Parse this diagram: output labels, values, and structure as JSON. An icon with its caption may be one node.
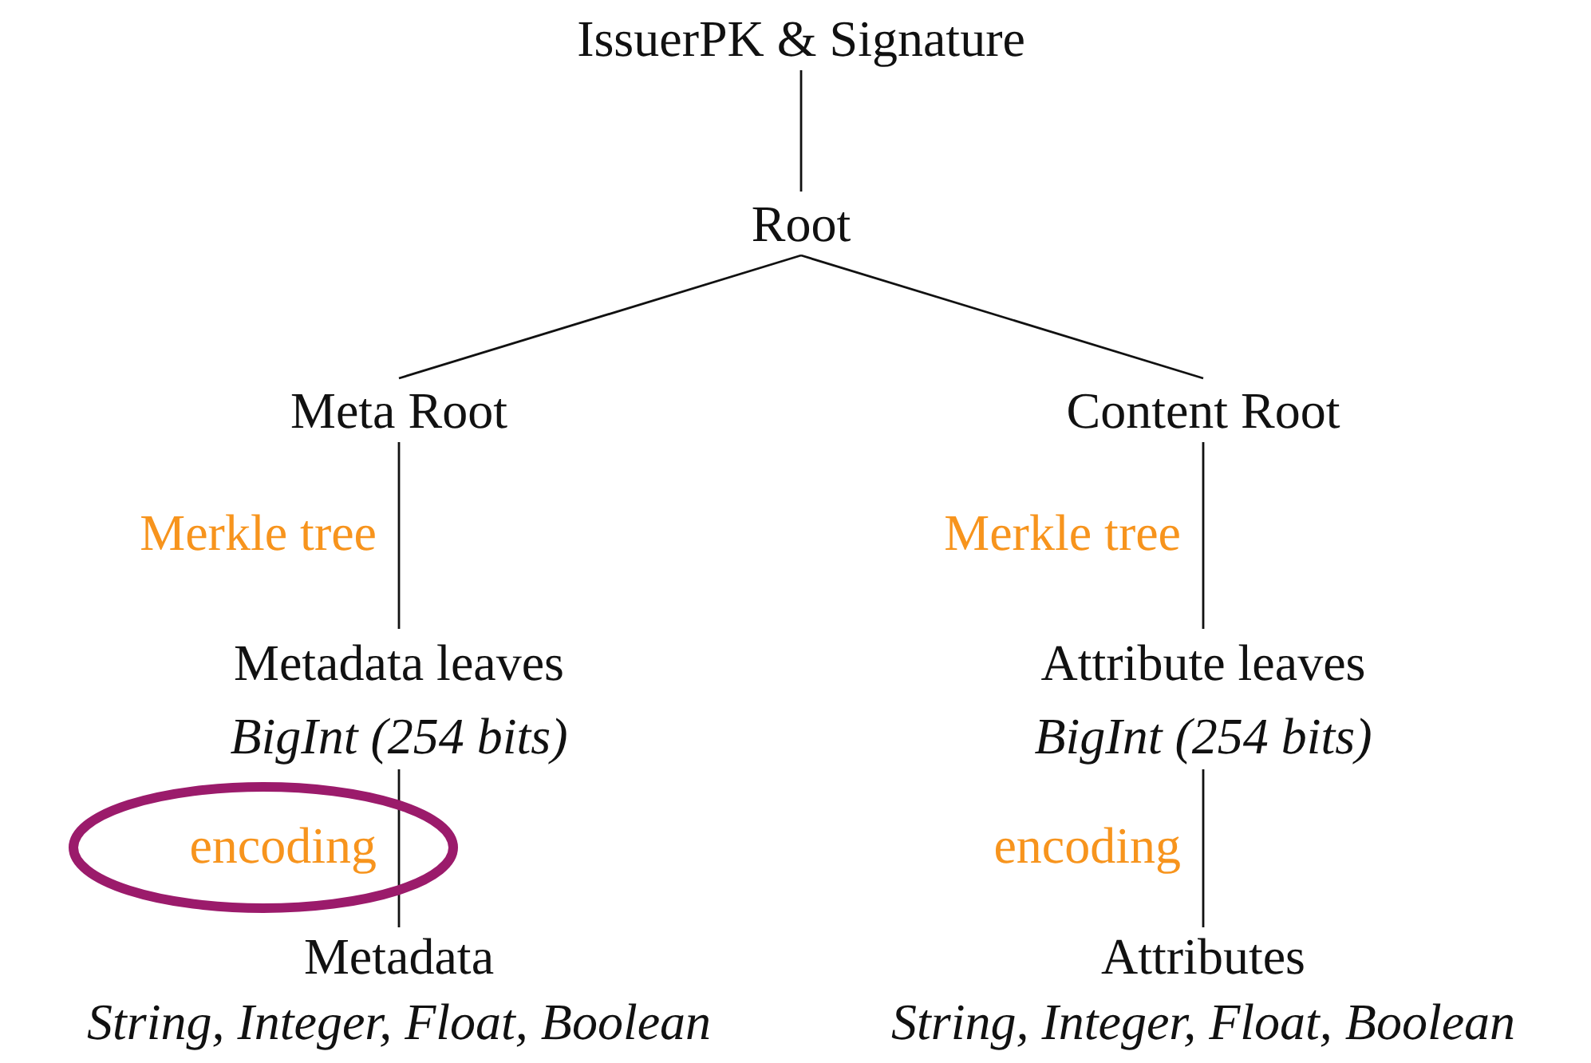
{
  "diagram": {
    "nodes": [
      {
        "text": [
          "IssuerPK & Signature"
        ]
      },
      {
        "text": [
          "Root"
        ]
      },
      {
        "text": [
          "Meta Root"
        ]
      },
      {
        "text": [
          "Content Root"
        ]
      },
      {
        "text": [
          "Metadata leaves",
          "BigInt (254 bits)"
        ]
      },
      {
        "text": [
          "Attribute leaves",
          "BigInt (254 bits)"
        ]
      },
      {
        "text": [
          "Metadata",
          "String, Integer, Float, Boolean"
        ]
      },
      {
        "text": [
          "Attributes",
          "String, Integer, Float, Boolean"
        ]
      }
    ],
    "edges": [
      {
        "from": 0,
        "to": 1,
        "arrow": "none"
      },
      {
        "from": 1,
        "to": 2,
        "arrow": "none"
      },
      {
        "from": 1,
        "to": 3,
        "arrow": "none"
      },
      {
        "from": 2,
        "to": 4,
        "arrow": "none",
        "label": "Merkle tree"
      },
      {
        "from": 3,
        "to": 5,
        "arrow": "none",
        "label": "Merkle tree"
      },
      {
        "from": 4,
        "to": 6,
        "arrow": "none",
        "label": "encoding"
      },
      {
        "from": 5,
        "to": 7,
        "arrow": "none",
        "label": "encoding"
      }
    ]
  }
}
